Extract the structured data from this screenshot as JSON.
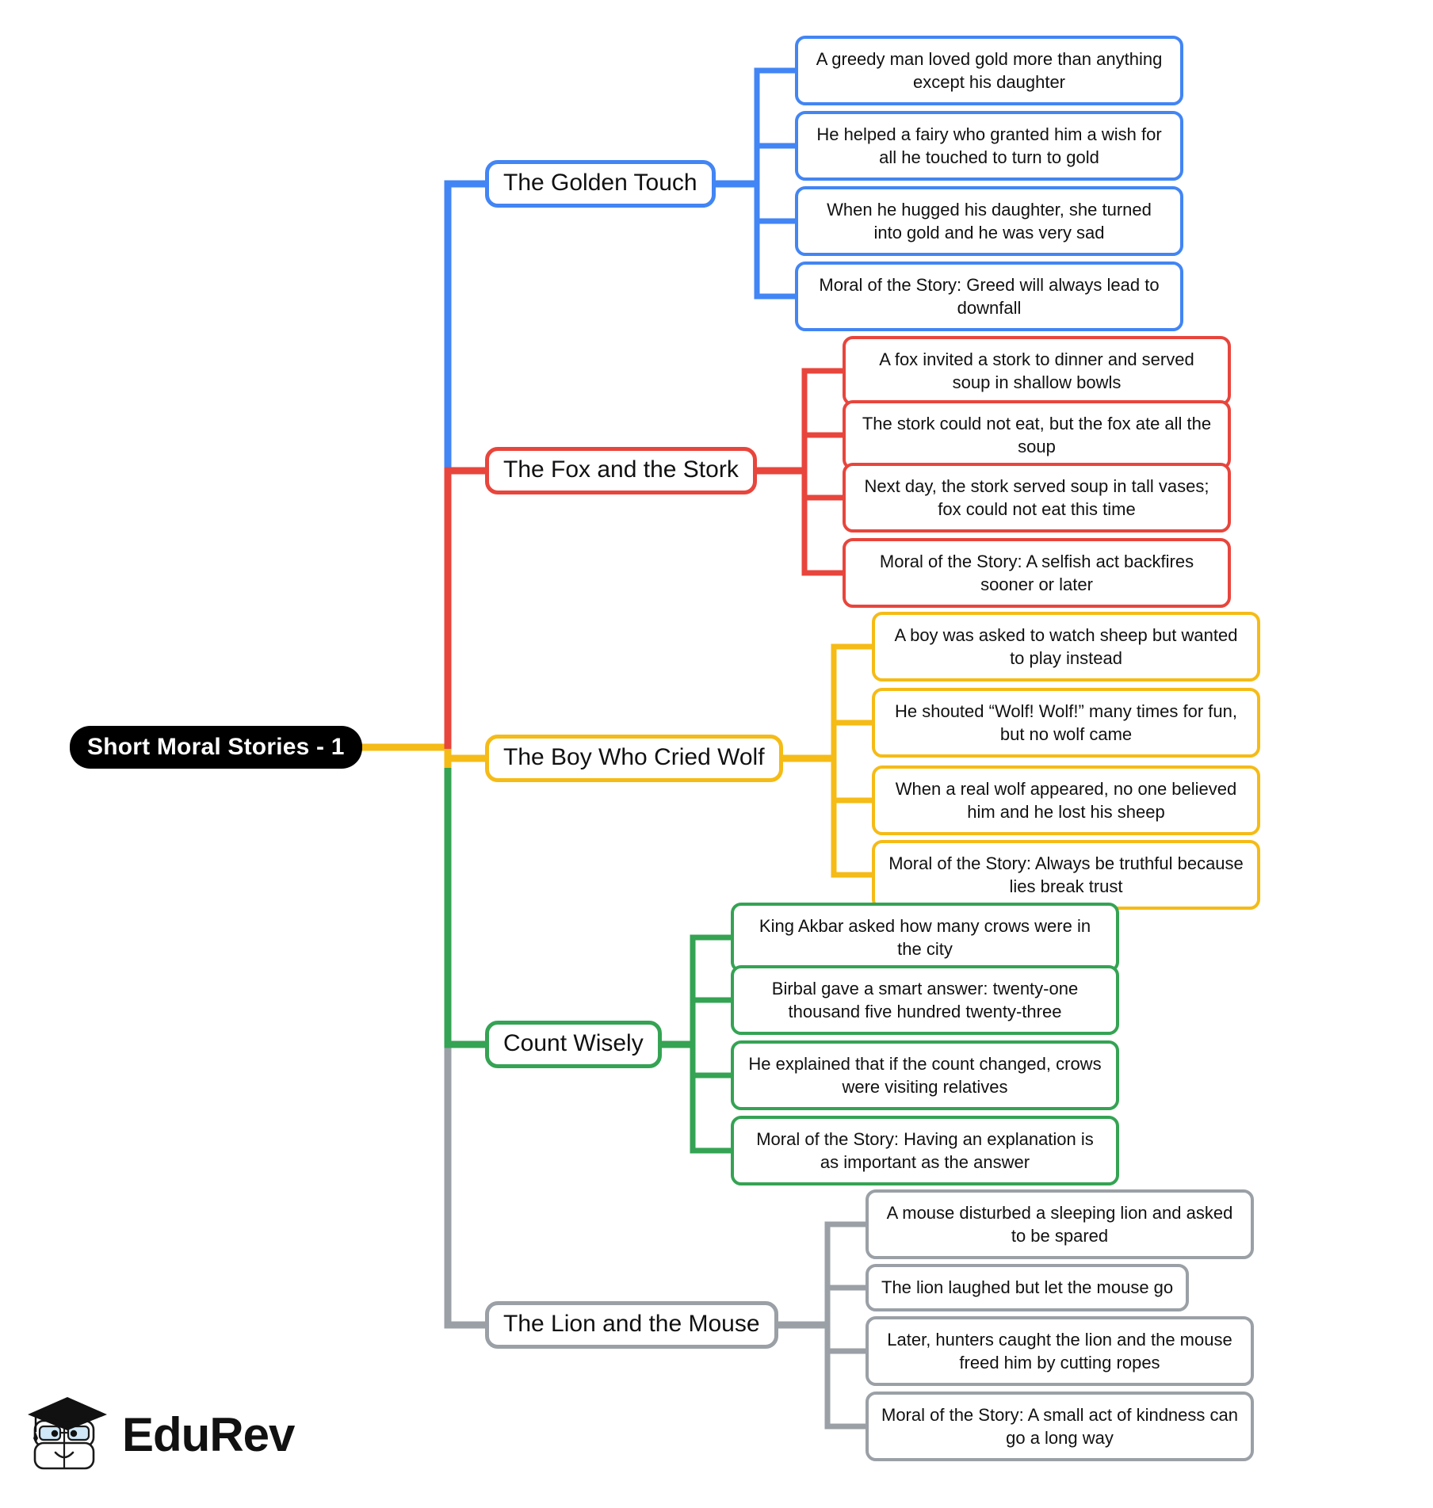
{
  "diagram": {
    "type": "mind-map",
    "root": {
      "label": "Short Moral Stories - 1",
      "color": "#000000"
    },
    "branches": [
      {
        "label": "The Golden Touch",
        "color": "#4285F4",
        "children": [
          "A greedy man loved gold more than anything except his daughter",
          "He helped a fairy who granted him a wish for all he touched to turn to gold",
          "When he hugged his daughter, she turned into gold and he was very sad",
          "Moral of the Story: Greed will always lead to downfall"
        ]
      },
      {
        "label": "The Fox and the Stork",
        "color": "#E8453C",
        "children": [
          "A fox invited a stork to dinner and served soup in shallow bowls",
          "The stork could not eat, but the fox ate all the soup",
          "Next day, the stork served soup in tall vases; fox could not eat this time",
          "Moral of the Story: A selfish act backfires sooner or later"
        ]
      },
      {
        "label": "The Boy Who Cried Wolf",
        "color": "#F5BB16",
        "children": [
          "A boy was asked to watch sheep but wanted to play instead",
          "He shouted “Wolf! Wolf!” many times for fun, but no wolf came",
          "When a real wolf appeared, no one believed him and he lost his sheep",
          "Moral of the Story: Always be truthful because lies break trust"
        ]
      },
      {
        "label": "Count Wisely",
        "color": "#34A353",
        "children": [
          "King Akbar asked how many crows were in the city",
          "Birbal gave a smart answer: twenty-one thousand five hundred twenty-three",
          "He explained that if the count changed, crows were visiting relatives",
          "Moral of the Story: Having an explanation is as important as the answer"
        ]
      },
      {
        "label": "The Lion and the Mouse",
        "color": "#9AA0A6",
        "children": [
          "A mouse disturbed a sleeping lion and asked to be spared",
          "The lion laughed but let the mouse go",
          "Later, hunters caught the lion and the mouse freed him by cutting ropes",
          "Moral of the Story: A small act of kindness can go a long way"
        ]
      }
    ]
  },
  "branding": {
    "name": "EduRev",
    "mark_icon": "graduation-cap-book-mascot-icon"
  }
}
